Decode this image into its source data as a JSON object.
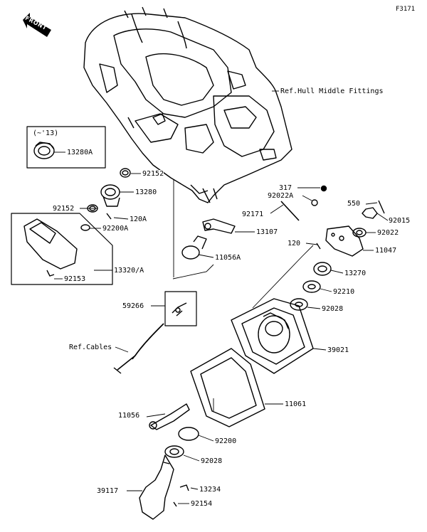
{
  "diagram": {
    "figure_code": "F3171",
    "front_label": "FRONT",
    "notes": {
      "ref_hull": "Ref.Hull Middle Fittings",
      "ref_cables": "Ref.Cables",
      "year_note": "(~'13)"
    },
    "parts": [
      "13280A",
      "92152",
      "13280",
      "92152",
      "120A",
      "92200A",
      "92153",
      "13320/A",
      "13107",
      "11056A",
      "59266",
      "317",
      "92022A",
      "92171",
      "550",
      "92015",
      "92022",
      "120",
      "11047",
      "13270",
      "92210",
      "92028",
      "39021",
      "11061",
      "11056",
      "92200",
      "92028",
      "39117",
      "13234",
      "92154"
    ]
  }
}
